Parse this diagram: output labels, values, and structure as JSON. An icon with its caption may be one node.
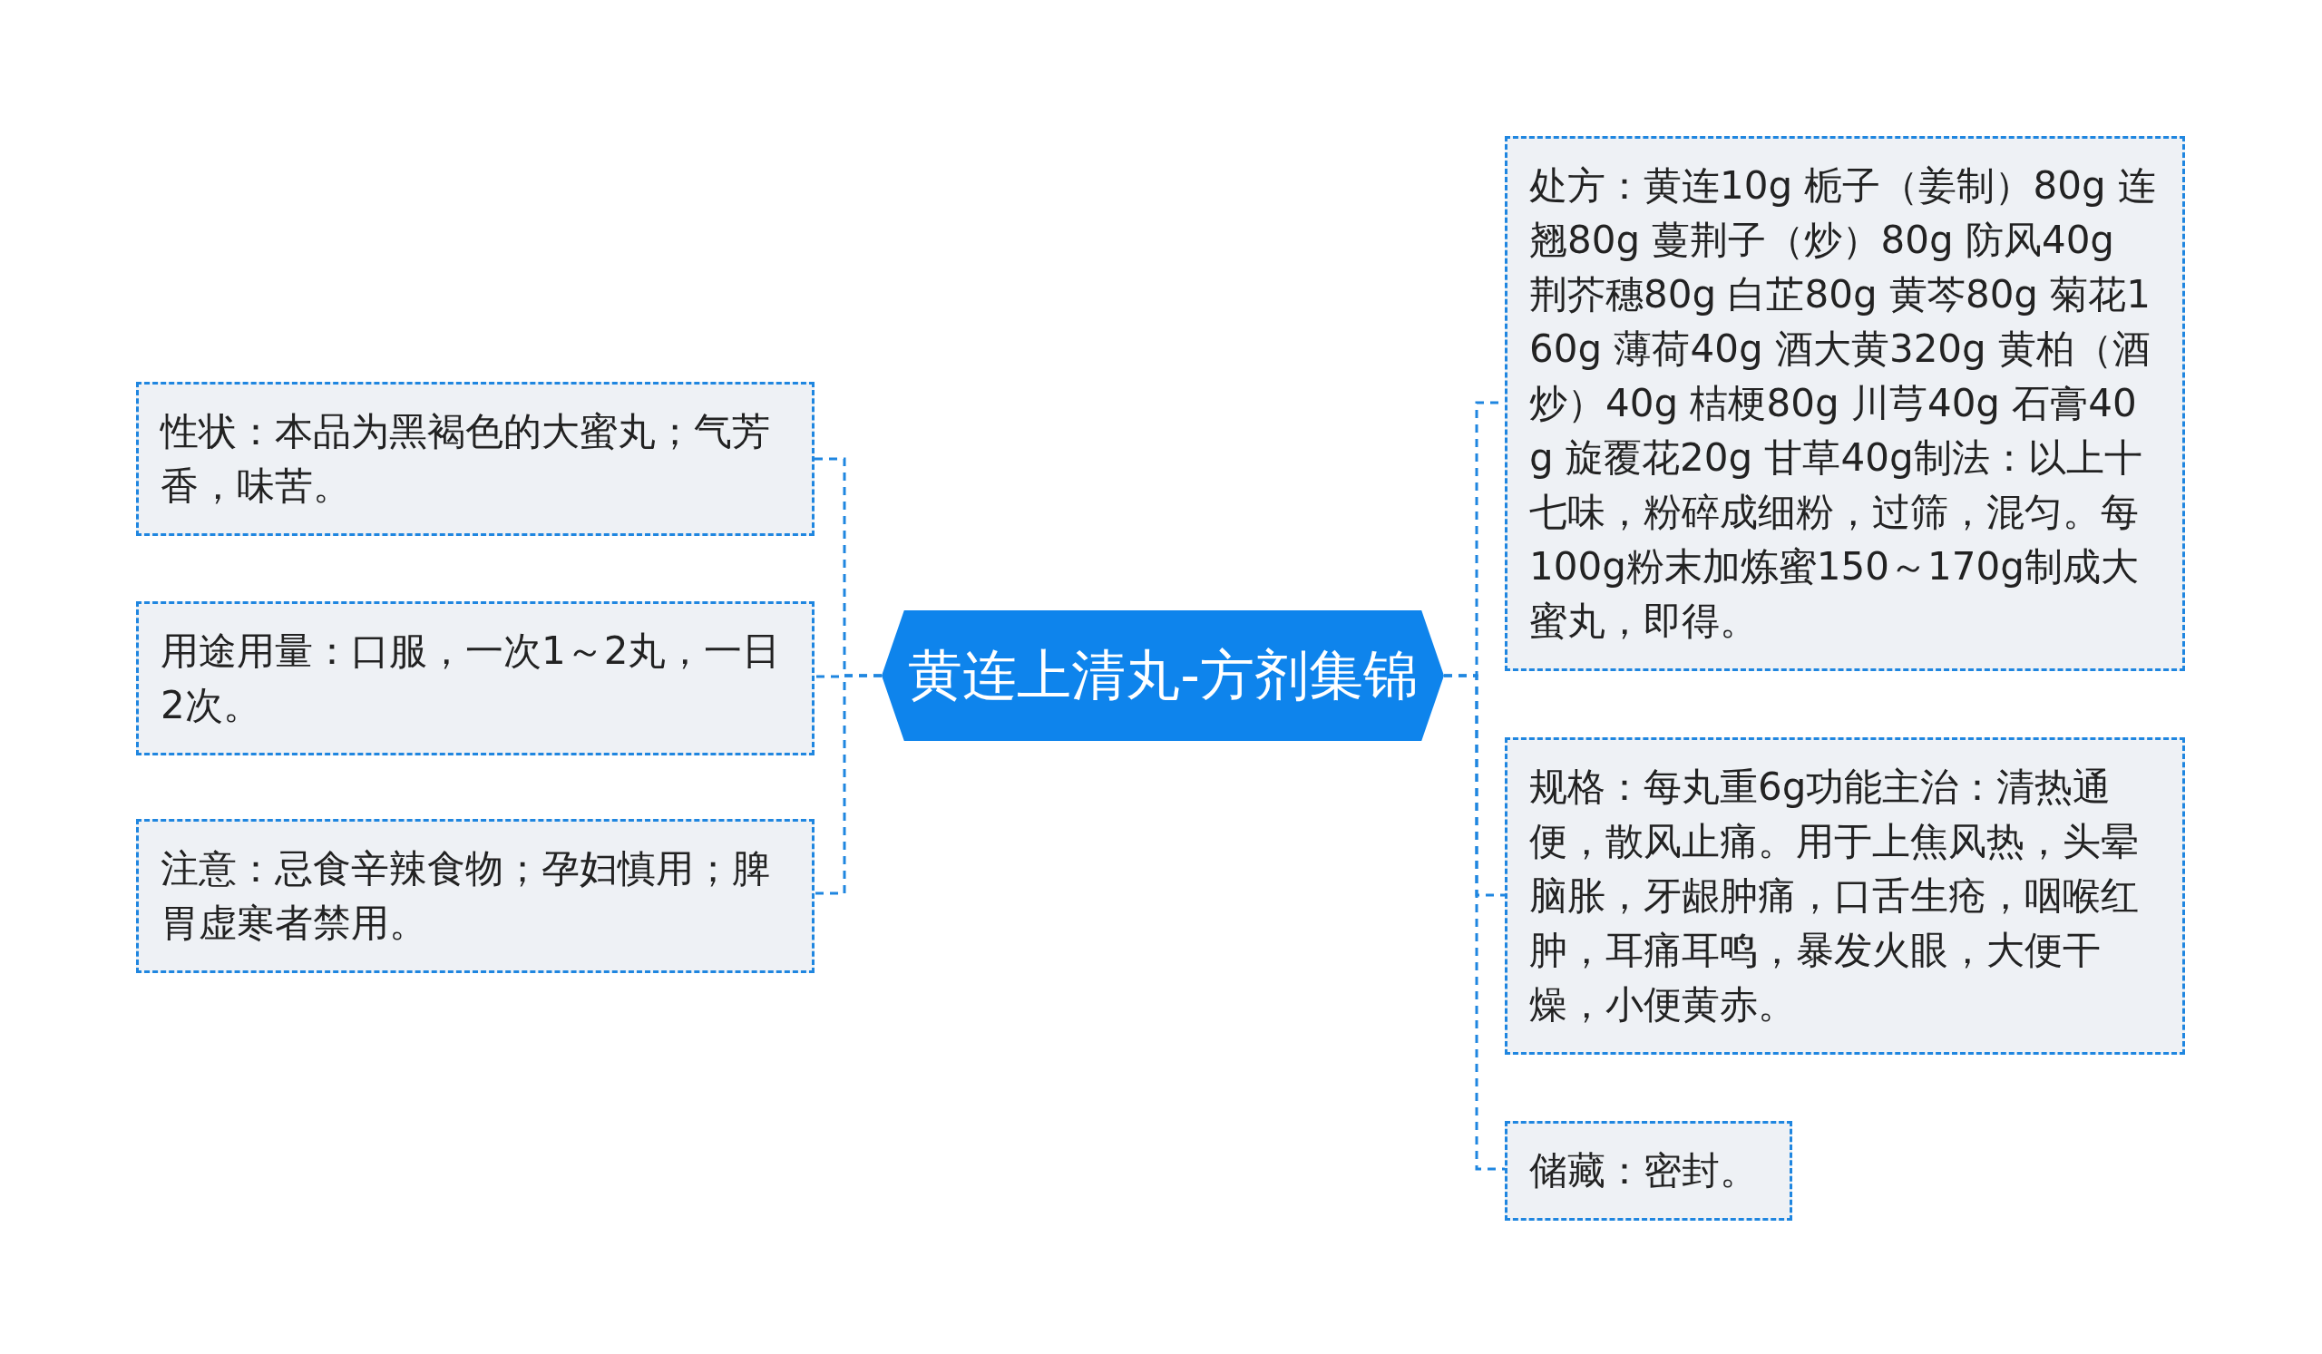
{
  "diagram": {
    "nodes": [
      {
        "text": [
          "黄连上清丸-方剂集锦"
        ]
      },
      {
        "text": [
          "性状：本品为黑褐色的大蜜丸；气芳香，味苦。"
        ]
      },
      {
        "text": [
          "用途用量：口服，一次1～2丸，一日2次。"
        ]
      },
      {
        "text": [
          "注意：忌食辛辣食物；孕妇慎用；脾胃虚寒者禁用。"
        ]
      },
      {
        "text": [
          "处方：黄连10g 栀子（姜制）80g 连翘80g 蔓荆子（炒）80g 防风40g 荆芥穗80g 白芷80g 黄芩80g 菊花160g 薄荷40g 酒大黄320g 黄柏（酒炒）40g 桔梗80g 川芎40g 石膏40g 旋覆花20g 甘草40g制法：以上十七味，粉碎成细粉，过筛，混匀。每100g粉末加炼蜜150～170g制成大蜜丸，即得。"
        ]
      },
      {
        "text": [
          "规格：每丸重6g功能主治：清热通便，散风止痛。用于上焦风热，头晕脑胀，牙龈肿痛，口舌生疮，咽喉红肿，耳痛耳鸣，暴发火眼，大便干燥，小便黄赤。"
        ]
      },
      {
        "text": [
          "储藏：密封。"
        ]
      }
    ],
    "edges": [
      {
        "from": 0,
        "to": 1,
        "arrow": "none"
      },
      {
        "from": 0,
        "to": 2,
        "arrow": "none"
      },
      {
        "from": 0,
        "to": 3,
        "arrow": "none"
      },
      {
        "from": 0,
        "to": 4,
        "arrow": "none"
      },
      {
        "from": 0,
        "to": 5,
        "arrow": "none"
      },
      {
        "from": 0,
        "to": 6,
        "arrow": "none"
      }
    ]
  }
}
